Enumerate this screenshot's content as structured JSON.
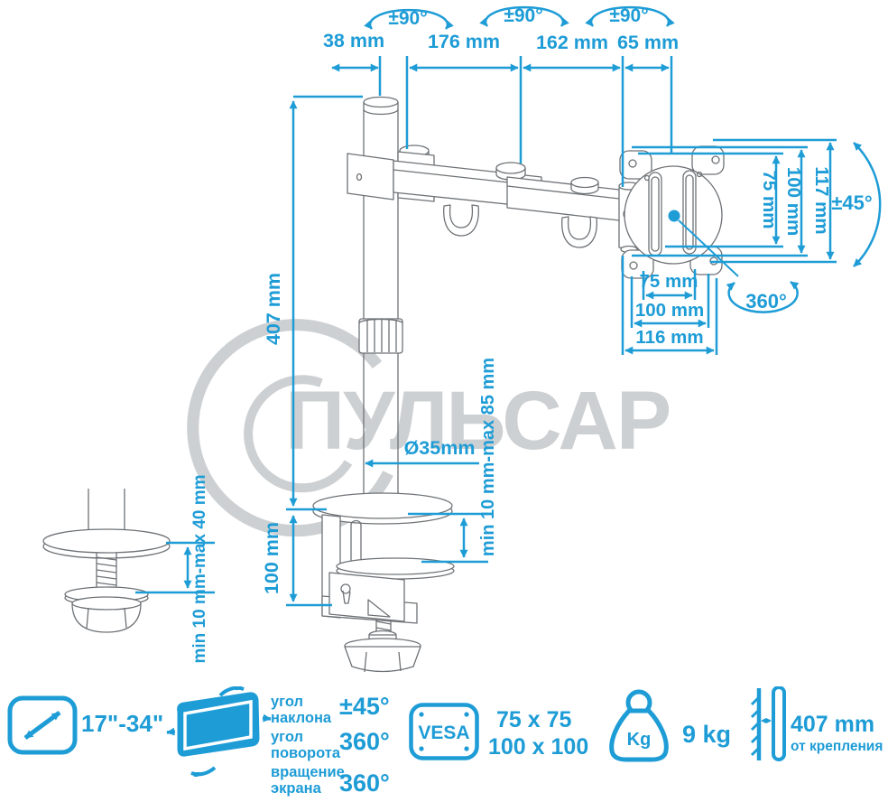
{
  "colors": {
    "accent": "#1e9cd6",
    "watermark": "#cdd0d2",
    "lineart": "#6e7276"
  },
  "watermark": {
    "brand": "ПУЛЬСАР"
  },
  "top": {
    "rotations": [
      "±90°",
      "±90°",
      "±90°"
    ],
    "dims": [
      "38 mm",
      "176 mm",
      "162 mm",
      "65 mm"
    ]
  },
  "pole": {
    "height": "407 mm",
    "diameter": "Ø35mm"
  },
  "vesa": {
    "v75": "75 mm",
    "v100": "100 mm",
    "v117": "117 mm",
    "tilt": "±45°",
    "h75": "75 mm",
    "h100": "100 mm",
    "h116": "116 mm",
    "swivel": "360°"
  },
  "clamp": {
    "height": "100 mm",
    "grip": "min 10 mm-max 85 mm"
  },
  "grommet": {
    "grip": "min 10 mm-max 40 mm"
  },
  "specs": {
    "size_value": "17\"-34\"",
    "tilt_label1": "угол",
    "tilt_label2": "наклона",
    "tilt_value": "±45°",
    "swivel_label1": "угол",
    "swivel_label2": "поворота",
    "swivel_value": "360°",
    "rotate_label1": "вращение",
    "rotate_label2": "экрана",
    "rotate_value": "360°",
    "vesa_badge": "VESA",
    "vesa_value1": "75 x 75",
    "vesa_value2": "100 x 100",
    "weight_badge": "Kg",
    "weight_value": "9 kg",
    "distance_value": "407 mm",
    "distance_sub": "от крепления"
  }
}
